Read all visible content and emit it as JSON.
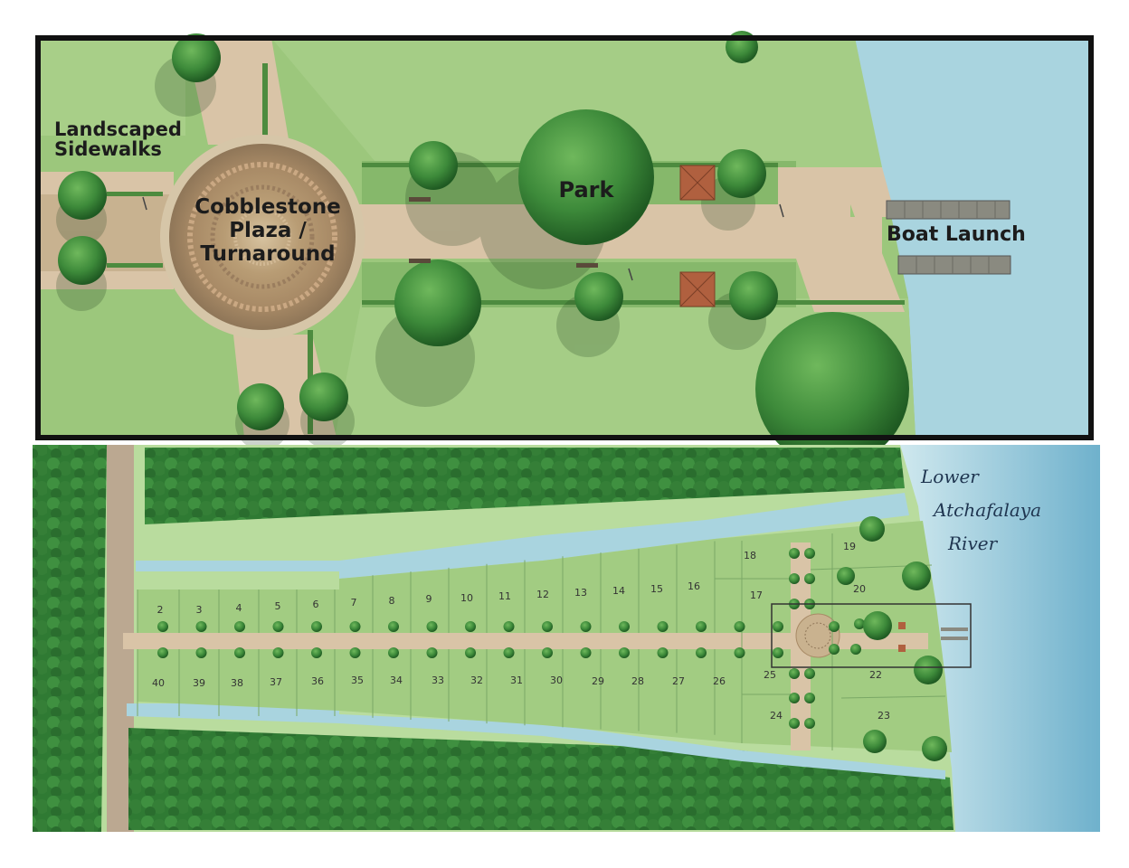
{
  "detail_map": {
    "labels": {
      "sidewalks_line1": "Landscaped",
      "sidewalks_line2": "Sidewalks",
      "plaza_line1": "Cobblestone",
      "plaza_line2": "Plaza /",
      "plaza_line3": "Turnaround",
      "park": "Park",
      "boat_launch": "Boat Launch"
    }
  },
  "site_plan": {
    "river_line1": "Lower",
    "river_line2": "Atchafalaya",
    "river_line3": "River",
    "lots_north": [
      "2",
      "3",
      "4",
      "5",
      "6",
      "7",
      "8",
      "9",
      "10",
      "11",
      "12",
      "13",
      "14",
      "15",
      "16"
    ],
    "lots_south": [
      "40",
      "39",
      "38",
      "37",
      "36",
      "35",
      "34",
      "33",
      "32",
      "31",
      "30",
      "29",
      "28",
      "27",
      "26"
    ],
    "lots_east": [
      "18",
      "19",
      "17",
      "20",
      "25",
      "22",
      "24",
      "23"
    ]
  },
  "colors": {
    "grass": "#9cc77c",
    "water": "#a9d4df",
    "walk": "#d9c4a7",
    "tree": "#3f8a3c",
    "roof": "#b0603f",
    "frame": "#111111"
  }
}
